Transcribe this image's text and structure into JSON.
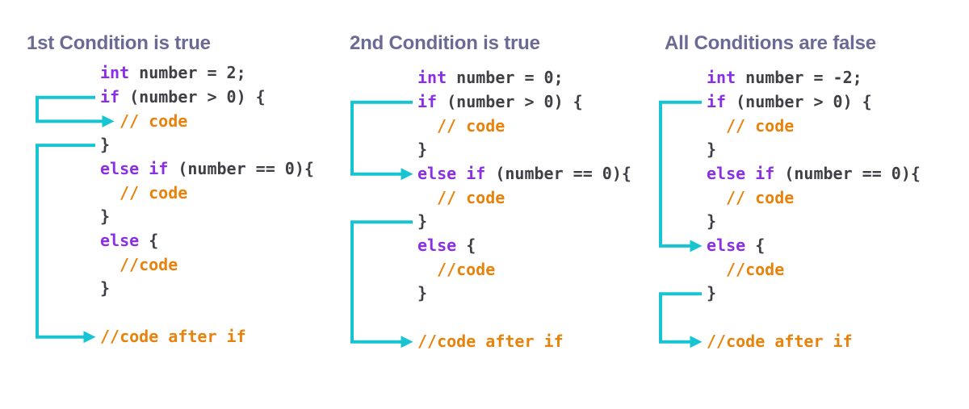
{
  "colors": {
    "background": "#ffffff",
    "title_text": "#6a6a94",
    "keyword": "#8a2fe3",
    "plain_code": "#3f3f46",
    "comment": "#e8820b",
    "arrow": "#16c4d2"
  },
  "panels": [
    {
      "id": "first-condition-true",
      "title": "1st Condition is true",
      "lines": [
        {
          "indent": 0,
          "tokens": [
            [
              "keyword",
              "int"
            ],
            [
              "plain",
              " number = 2;"
            ]
          ]
        },
        {
          "indent": 0,
          "tokens": [
            [
              "keyword",
              "if"
            ],
            [
              "plain",
              " (number > 0) {"
            ]
          ]
        },
        {
          "indent": 1,
          "tokens": [
            [
              "comment",
              "// code"
            ]
          ]
        },
        {
          "indent": 0,
          "tokens": [
            [
              "plain",
              "}"
            ]
          ]
        },
        {
          "indent": 0,
          "tokens": [
            [
              "keyword",
              "else if"
            ],
            [
              "plain",
              " (number == 0){"
            ]
          ]
        },
        {
          "indent": 1,
          "tokens": [
            [
              "comment",
              "// code"
            ]
          ]
        },
        {
          "indent": 0,
          "tokens": [
            [
              "plain",
              "}"
            ]
          ]
        },
        {
          "indent": 0,
          "tokens": [
            [
              "keyword",
              "else"
            ],
            [
              "plain",
              " {"
            ]
          ]
        },
        {
          "indent": 1,
          "tokens": [
            [
              "comment",
              "//code"
            ]
          ]
        },
        {
          "indent": 0,
          "tokens": [
            [
              "plain",
              "}"
            ]
          ]
        },
        {
          "indent": 0,
          "tokens": []
        },
        {
          "indent": 0,
          "tokens": [
            [
              "comment",
              "//code after if"
            ]
          ]
        }
      ],
      "arrows": [
        {
          "from_line": 1,
          "to_line": 2
        },
        {
          "from_line": 3,
          "to_line": 11
        }
      ]
    },
    {
      "id": "second-condition-true",
      "title": "2nd Condition is true",
      "lines": [
        {
          "indent": 0,
          "tokens": [
            [
              "keyword",
              "int"
            ],
            [
              "plain",
              " number = 0;"
            ]
          ]
        },
        {
          "indent": 0,
          "tokens": [
            [
              "keyword",
              "if"
            ],
            [
              "plain",
              " (number > 0) {"
            ]
          ]
        },
        {
          "indent": 1,
          "tokens": [
            [
              "comment",
              "// code"
            ]
          ]
        },
        {
          "indent": 0,
          "tokens": [
            [
              "plain",
              "}"
            ]
          ]
        },
        {
          "indent": 0,
          "tokens": [
            [
              "keyword",
              "else if"
            ],
            [
              "plain",
              " (number == 0){"
            ]
          ]
        },
        {
          "indent": 1,
          "tokens": [
            [
              "comment",
              "// code"
            ]
          ]
        },
        {
          "indent": 0,
          "tokens": [
            [
              "plain",
              "}"
            ]
          ]
        },
        {
          "indent": 0,
          "tokens": [
            [
              "keyword",
              "else"
            ],
            [
              "plain",
              " {"
            ]
          ]
        },
        {
          "indent": 1,
          "tokens": [
            [
              "comment",
              "//code"
            ]
          ]
        },
        {
          "indent": 0,
          "tokens": [
            [
              "plain",
              "}"
            ]
          ]
        },
        {
          "indent": 0,
          "tokens": []
        },
        {
          "indent": 0,
          "tokens": [
            [
              "comment",
              "//code after if"
            ]
          ]
        }
      ],
      "arrows": [
        {
          "from_line": 1,
          "to_line": 4
        },
        {
          "from_line": 6,
          "to_line": 11
        }
      ]
    },
    {
      "id": "all-conditions-false",
      "title": "All Conditions are false",
      "lines": [
        {
          "indent": 0,
          "tokens": [
            [
              "keyword",
              "int"
            ],
            [
              "plain",
              " number = -2;"
            ]
          ]
        },
        {
          "indent": 0,
          "tokens": [
            [
              "keyword",
              "if"
            ],
            [
              "plain",
              " (number > 0) {"
            ]
          ]
        },
        {
          "indent": 1,
          "tokens": [
            [
              "comment",
              "// code"
            ]
          ]
        },
        {
          "indent": 0,
          "tokens": [
            [
              "plain",
              "}"
            ]
          ]
        },
        {
          "indent": 0,
          "tokens": [
            [
              "keyword",
              "else if"
            ],
            [
              "plain",
              " (number == 0){"
            ]
          ]
        },
        {
          "indent": 1,
          "tokens": [
            [
              "comment",
              "// code"
            ]
          ]
        },
        {
          "indent": 0,
          "tokens": [
            [
              "plain",
              "}"
            ]
          ]
        },
        {
          "indent": 0,
          "tokens": [
            [
              "keyword",
              "else"
            ],
            [
              "plain",
              " {"
            ]
          ]
        },
        {
          "indent": 1,
          "tokens": [
            [
              "comment",
              "//code"
            ]
          ]
        },
        {
          "indent": 0,
          "tokens": [
            [
              "plain",
              "}"
            ]
          ]
        },
        {
          "indent": 0,
          "tokens": []
        },
        {
          "indent": 0,
          "tokens": [
            [
              "comment",
              "//code after if"
            ]
          ]
        }
      ],
      "arrows": [
        {
          "from_line": 1,
          "to_line": 7
        },
        {
          "from_line": 9,
          "to_line": 11
        }
      ]
    }
  ]
}
